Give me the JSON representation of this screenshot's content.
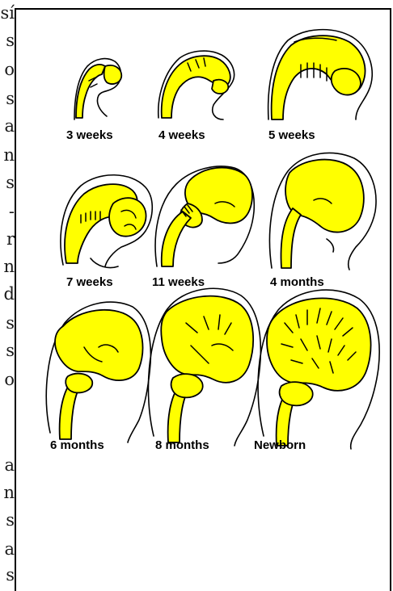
{
  "colors": {
    "brain_fill": "#ffff00",
    "outline": "#000000",
    "background": "#ffffff"
  },
  "side_text": [
    "sí",
    "s",
    "o",
    "s",
    "a",
    "n",
    "s",
    "-",
    "r",
    "n",
    "d",
    "s",
    "s",
    "o",
    "a",
    "n",
    "s",
    "a",
    "s"
  ],
  "stages": [
    {
      "label": "3 weeks"
    },
    {
      "label": "4 weeks"
    },
    {
      "label": "5 weeks"
    },
    {
      "label": "7 weeks"
    },
    {
      "label": "11 weeks"
    },
    {
      "label": "4 months"
    },
    {
      "label": "6 months"
    },
    {
      "label": "8 months"
    },
    {
      "label": "Newborn"
    }
  ]
}
